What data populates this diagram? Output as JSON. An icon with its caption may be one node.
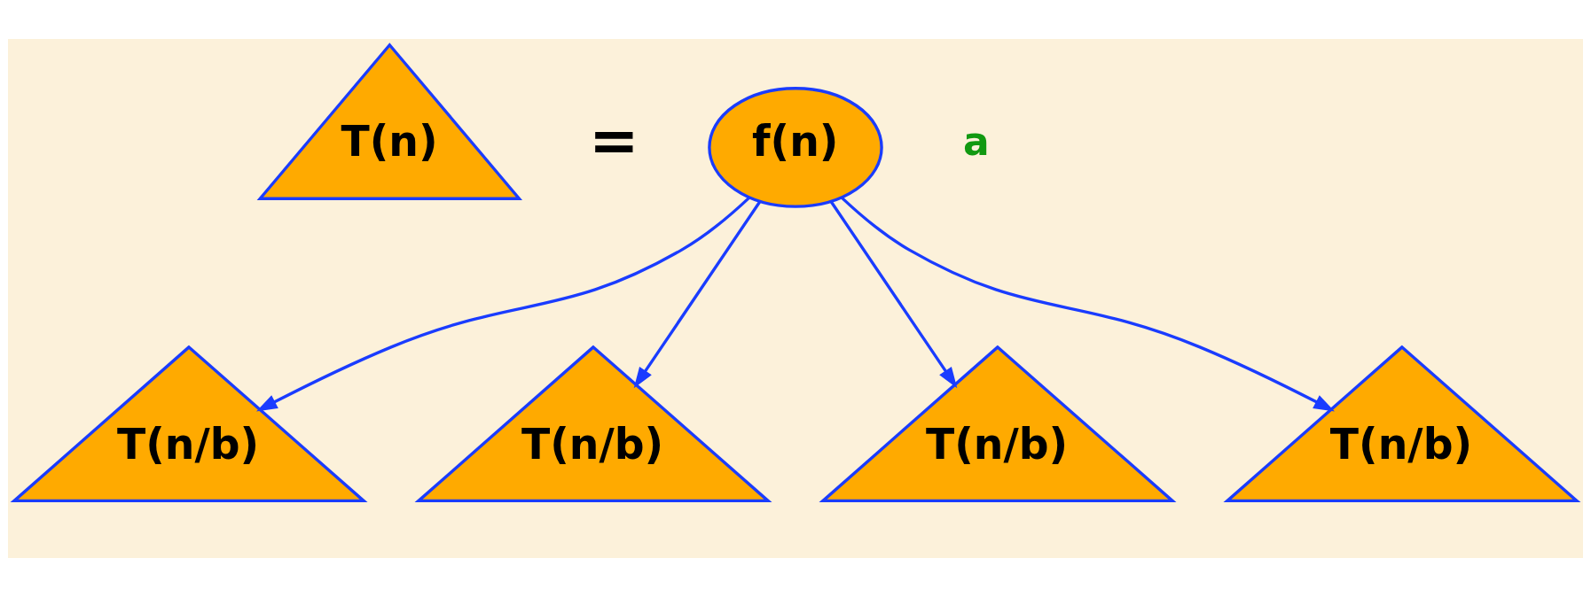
{
  "diagram": {
    "nodes": [
      {
        "text": [
          "T(n)"
        ]
      },
      {
        "text": [
          "f(n)"
        ]
      },
      {
        "text": [
          "T(n/b)"
        ]
      },
      {
        "text": [
          "T(n/b)"
        ]
      },
      {
        "text": [
          "T(n/b)"
        ]
      },
      {
        "text": [
          "T(n/b)"
        ]
      }
    ],
    "edges": [
      {
        "from": 1,
        "to": 2,
        "arrow": "to"
      },
      {
        "from": 1,
        "to": 3,
        "arrow": "to"
      },
      {
        "from": 1,
        "to": 4,
        "arrow": "to"
      },
      {
        "from": 1,
        "to": 5,
        "arrow": "to"
      }
    ],
    "labels": [
      "=",
      "a"
    ]
  }
}
